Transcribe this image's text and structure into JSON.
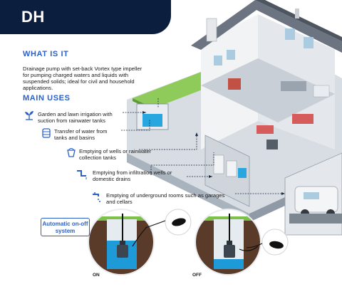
{
  "header": {
    "title": "DH"
  },
  "what_is_it": {
    "heading": "WHAT IS IT",
    "text": "Drainage pump with set-back Vortex type impeller for pumping charged waters and liquids with suspended solids; ideal for civil and household applications."
  },
  "main_uses": {
    "heading": "MAIN USES",
    "items": [
      {
        "label": "Garden and lawn irrigation with suction from rainwater tanks",
        "icon": "sprout-icon"
      },
      {
        "label": "Transfer of water from tanks and basins",
        "icon": "water-tank-icon"
      },
      {
        "label": "Emptying of wells or rainwater collection tanks",
        "icon": "bucket-icon"
      },
      {
        "label": "Emptying from infiltration wells or domestic drains",
        "icon": "drain-pipe-icon"
      },
      {
        "label": "Emptying of underground rooms such as garages and cellars",
        "icon": "tap-icon"
      }
    ]
  },
  "auto_box": {
    "text": "Automatic on-off system"
  },
  "diagram_labels": {
    "on": "ON",
    "off": "OFF"
  },
  "colors": {
    "navy": "#0c1e3d",
    "accent_blue": "#2a5fc7",
    "water": "#1e9ad8",
    "grass": "#7cc24a",
    "soil": "#5a3b2a"
  }
}
